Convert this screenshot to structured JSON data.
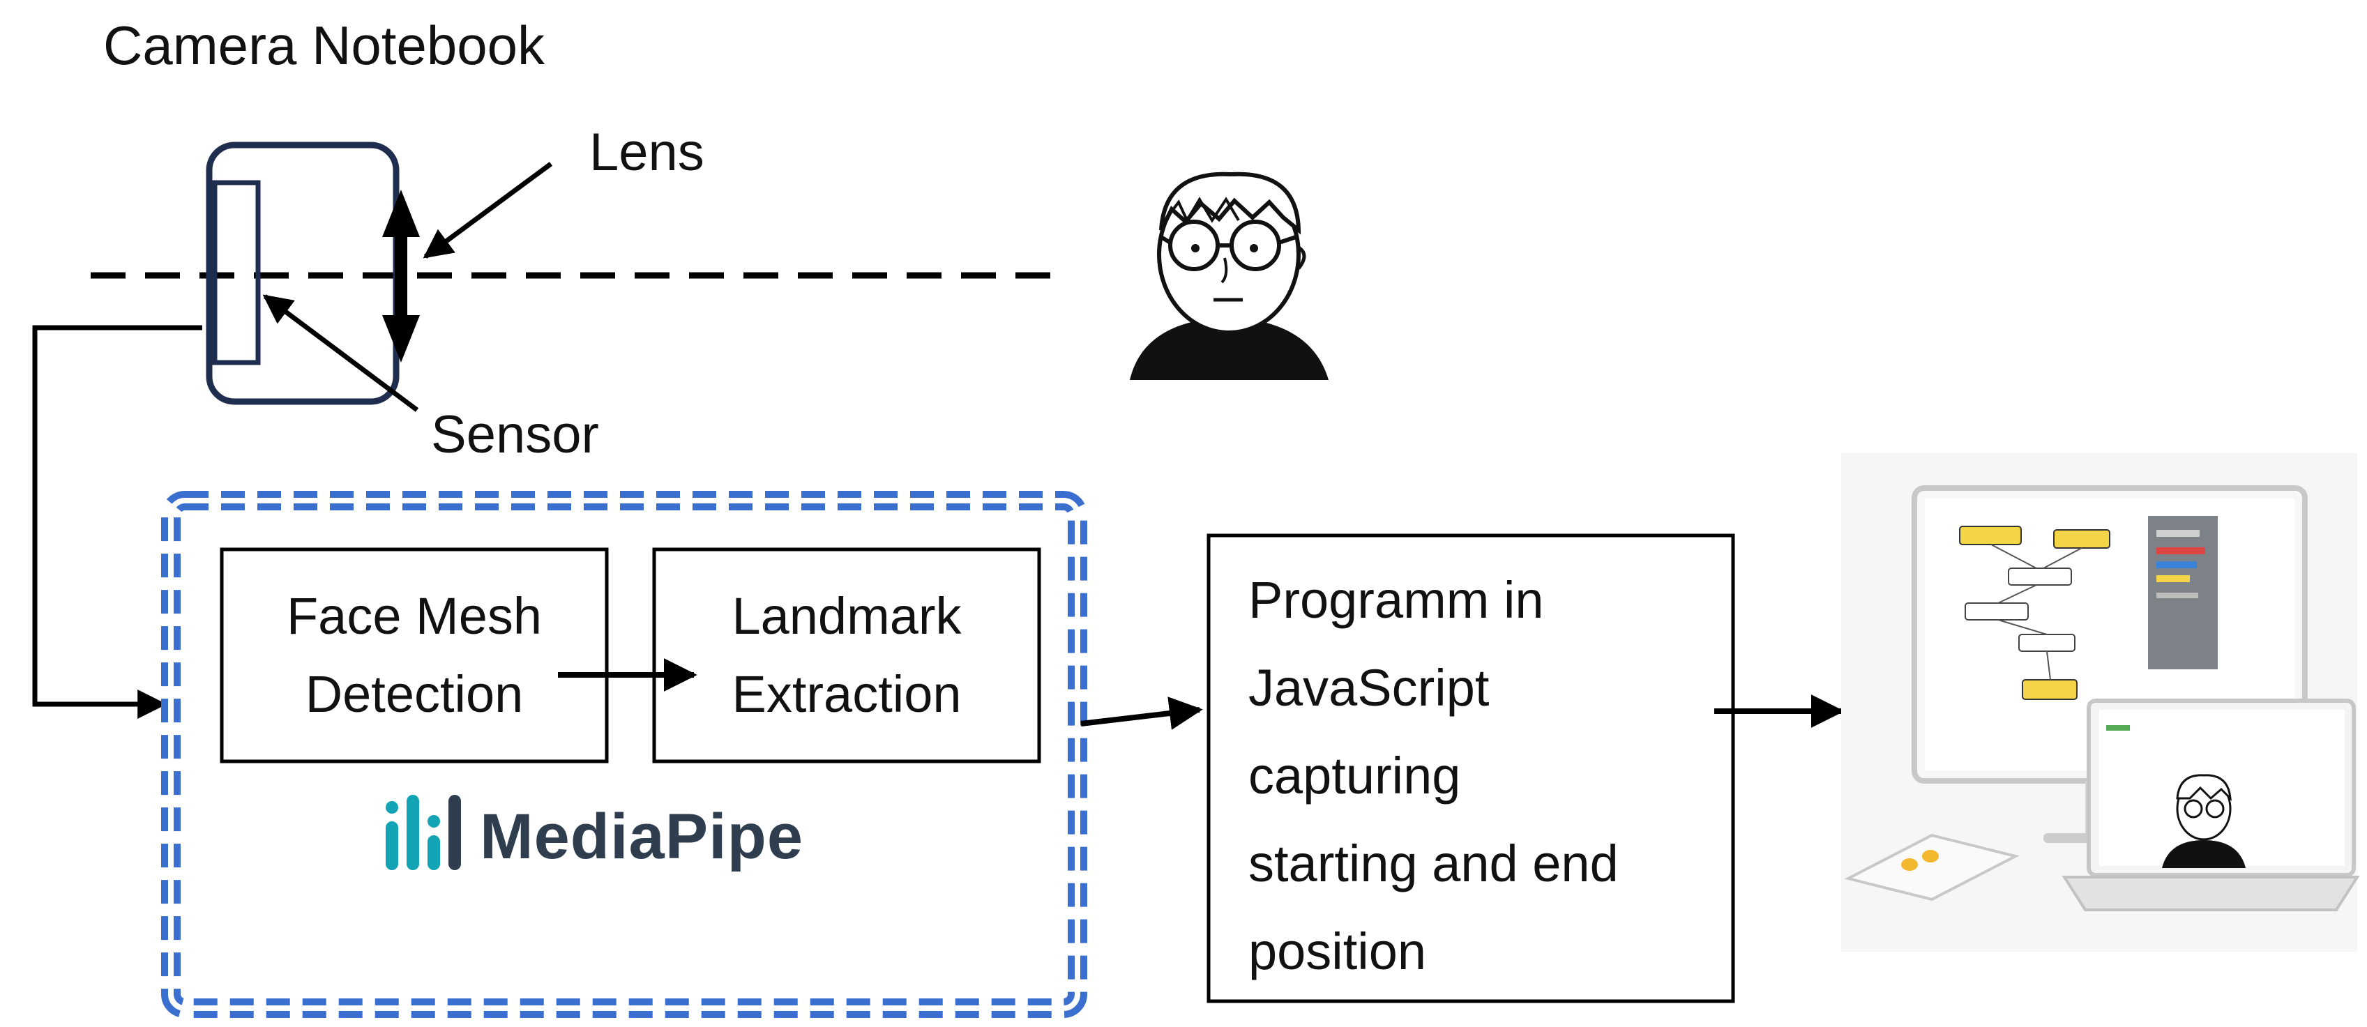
{
  "title": "Camera Notebook",
  "camera": {
    "lens_label": "Lens",
    "sensor_label": "Sensor"
  },
  "pipeline": {
    "face_mesh": [
      "Face Mesh",
      "Detection"
    ],
    "landmark": [
      "Landmark",
      "Extraction"
    ],
    "brand_name": "MediaPipe",
    "program": [
      "Programm in",
      "JavaScript",
      "capturing",
      "starting and end",
      "position"
    ]
  },
  "colors": {
    "camera_outline": "#1f2d4f",
    "mediapipe_border": "#3a6fd0",
    "mediapipe_teal": "#12a4b4",
    "mediapipe_text": "#2f3e4e",
    "line": "#000000"
  },
  "icons": [
    "person-glasses-icon",
    "mediapipe-logo-icon",
    "computer-setup-icon"
  ]
}
